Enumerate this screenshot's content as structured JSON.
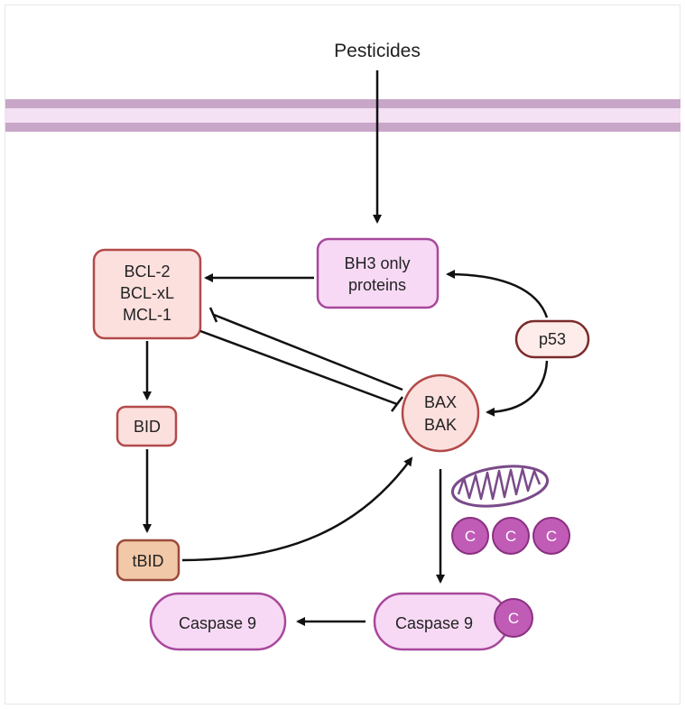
{
  "title": "Pesticides",
  "nodes": {
    "bh3": {
      "line1": "BH3 only",
      "line2": "proteins"
    },
    "bcl": {
      "line1": "BCL-2",
      "line2": "BCL-xL",
      "line3": "MCL-1"
    },
    "bid": {
      "label": "BID"
    },
    "tbid": {
      "label": "tBID"
    },
    "p53": {
      "label": "p53"
    },
    "baxbak": {
      "line1": "BAX",
      "line2": "BAK"
    },
    "casp9_active": {
      "label": "Caspase 9"
    },
    "casp9_target": {
      "label": "Caspase 9"
    },
    "cytc": {
      "label": "C"
    }
  },
  "colors": {
    "membrane_dark": "#c8a6c8",
    "membrane_light": "#f4e1f4",
    "pink_fill": "#f7d9f5",
    "pink_stroke": "#a8489c",
    "salmon_fill": "#fbe0de",
    "salmon_stroke": "#b34a4a",
    "tan_fill": "#f1c8a8",
    "tan_stroke": "#9a4a3a",
    "p53_fill": "#fdecea",
    "p53_stroke": "#7a2a2a",
    "cytc_fill": "#c05bb6",
    "cytc_stroke": "#8a3080",
    "mito_stroke": "#7a4a8a"
  }
}
